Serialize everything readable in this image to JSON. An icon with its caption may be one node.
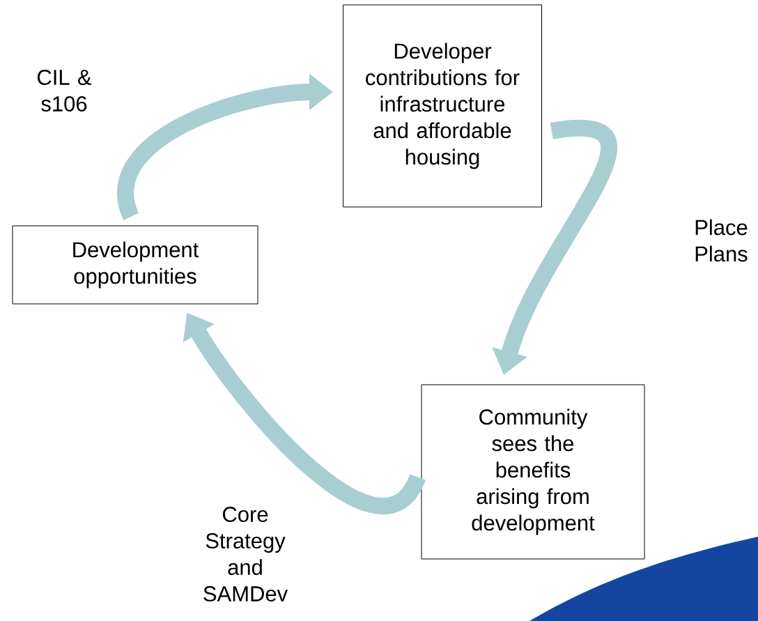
{
  "diagram": {
    "nodes": [
      {
        "text": [
          "Developer contributions for infrastructure and affordable housing"
        ]
      },
      {
        "text": [
          "Community sees the benefits arising from development"
        ]
      },
      {
        "text": [
          "Development opportunities"
        ]
      }
    ],
    "edges": [
      {
        "from": 2,
        "to": 0,
        "arrow": "to",
        "label": "CIL & s106"
      },
      {
        "from": 0,
        "to": 1,
        "arrow": "to",
        "label": "Place Plans"
      },
      {
        "from": 1,
        "to": 2,
        "arrow": "to",
        "label": "Core Strategy and SAMDev"
      }
    ]
  }
}
